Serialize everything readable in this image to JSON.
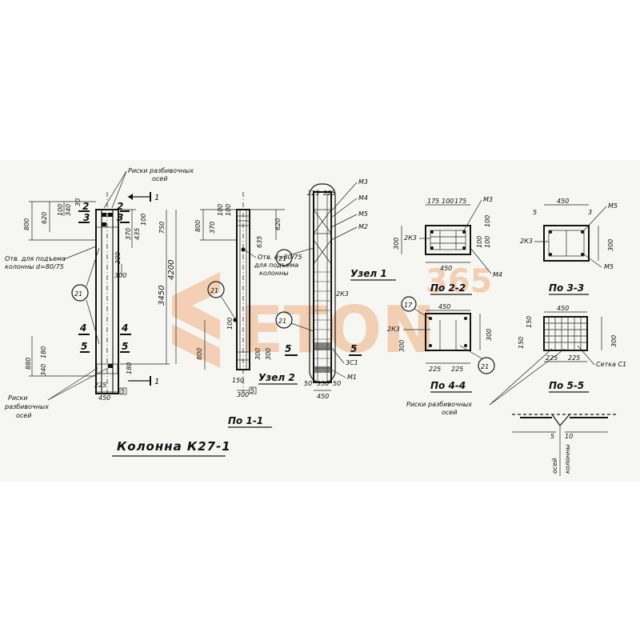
{
  "main_title": "Колонна К27-1",
  "section_titles": {
    "s11": "По 1-1",
    "s22": "По 2-2",
    "s33": "По 3-3",
    "s44": "По 4-4",
    "s55": "По 5-5"
  },
  "nodes": {
    "node1": "Узел 1",
    "node2": "Узел 2"
  },
  "notes": {
    "risks_top": "Риски разбивочных",
    "risks_top2": "осей",
    "hole_left": "Отв. для подъема",
    "hole_left2": "колонны d=80/75",
    "hole_mid": "Отв. d=80/75",
    "hole_mid2": "для подъема",
    "hole_mid3": "колонны",
    "risks_left": "Риски",
    "risks_left2": "разбивочных",
    "risks_left3": "осей",
    "risks_right": "Риски разбивочных",
    "risks_right2": "осей",
    "axis_bottom": "осей",
    "axis_bottom2": "колонны",
    "setka": "Сетка С1"
  },
  "marks": {
    "m1": "М1",
    "m2": "М2",
    "m3": "М3",
    "m4": "М4",
    "m5": "М5",
    "k3": "2К3",
    "c1": "3С1",
    "c21": "21",
    "c17": "17"
  },
  "section_marks": {
    "one": "1",
    "two": "2",
    "three": "3",
    "four": "4",
    "five": "5"
  },
  "dims": {
    "d800": "800",
    "d620": "620",
    "d100": "100",
    "d340": "340",
    "d30": "30",
    "d370": "370",
    "d435": "435",
    "d750": "750",
    "d3450": "3450",
    "d4200": "4200",
    "d300": "300",
    "d880": "880",
    "d180": "180",
    "d225": "225",
    "d450": "450",
    "d150": "150",
    "d635": "635",
    "d50": "50",
    "d350": "350",
    "d175": "175",
    "d5": "5",
    "d3": "3",
    "d10": "10"
  },
  "watermark": {
    "brand": "ETON",
    "badge": "365"
  }
}
